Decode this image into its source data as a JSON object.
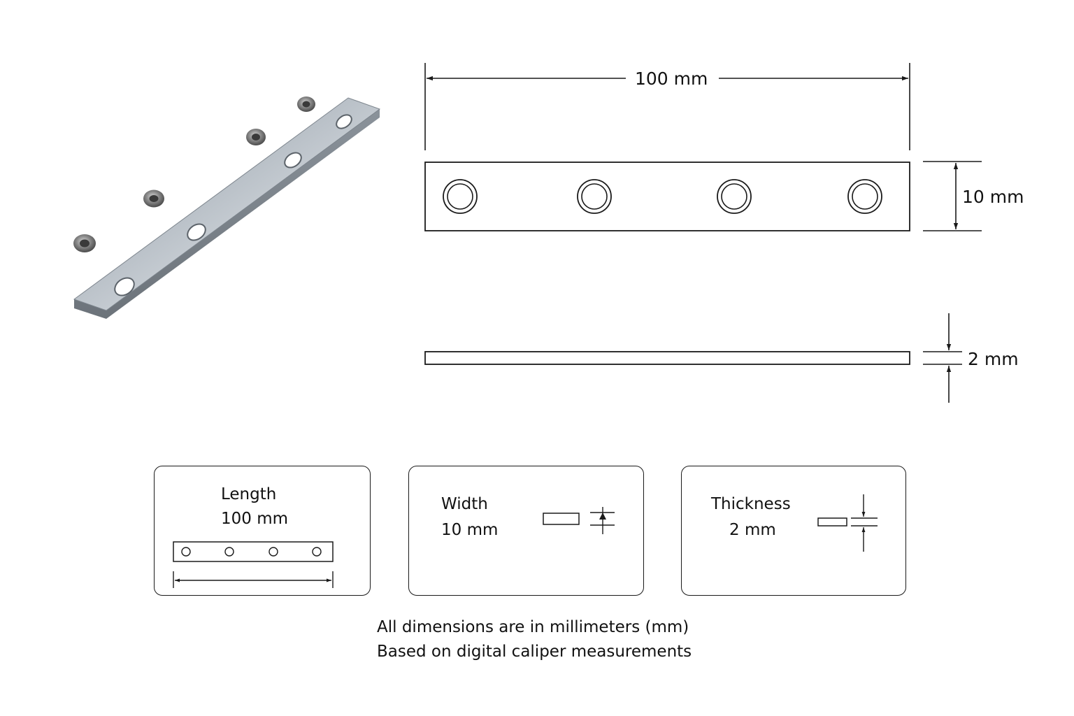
{
  "dimensions": {
    "length": "100 mm",
    "width": "10 mm",
    "thickness": "2 mm"
  },
  "cards": {
    "length": {
      "label": "Length",
      "value": "100 mm"
    },
    "width": {
      "label": "Width",
      "value": "10 mm"
    },
    "thickness": {
      "label": "Thickness",
      "value": "2 mm"
    }
  },
  "notes": {
    "units": "All dimensions are in millimeters (mm)",
    "source": "Based on digital caliper measurements"
  },
  "colors": {
    "line": "#1a1a1a",
    "metal": "#b9c0c8",
    "background": "#ffffff"
  }
}
